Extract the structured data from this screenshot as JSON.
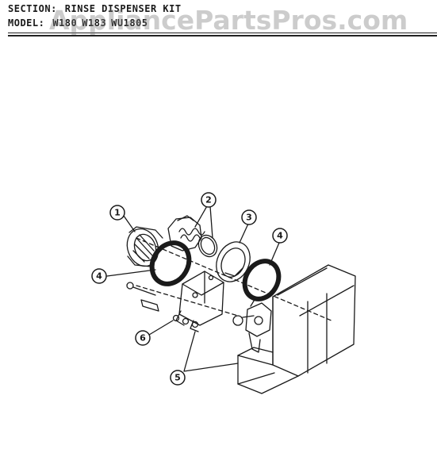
{
  "header": {
    "section_label": "SECTION:",
    "section_value": "RINSE DISPENSER KIT",
    "model_label": "MODEL:",
    "model_values": [
      "W180",
      "W183",
      "WU1805"
    ]
  },
  "watermark": "AppliancePartsPros.com",
  "callouts": [
    "1",
    "2",
    "3",
    "4",
    "5",
    "6"
  ],
  "colors": {
    "ink": "#1a1a1a",
    "watermark": "#8a8a8a"
  }
}
